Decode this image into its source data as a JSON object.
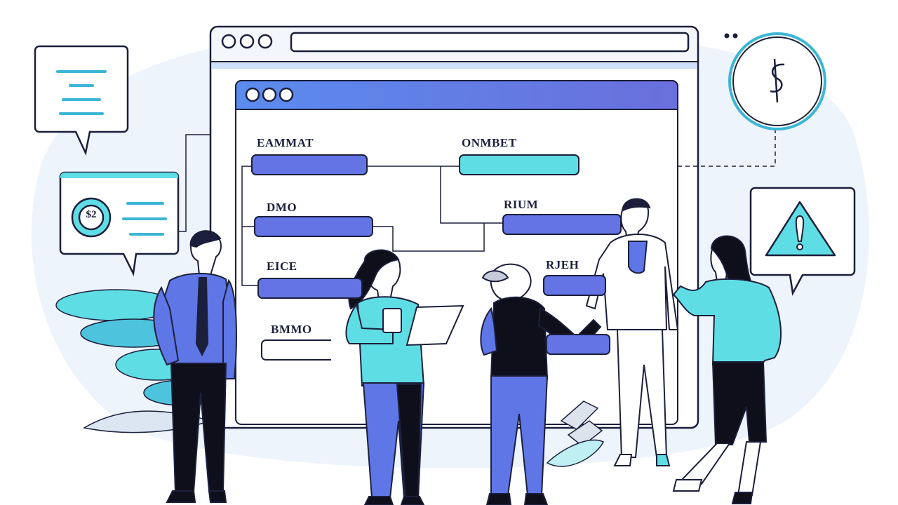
{
  "colors": {
    "accent_blue": "#6474e4",
    "accent_cyan": "#5fdde5",
    "outline": "#1b1f3b",
    "background_tint": "#e9f1fb"
  },
  "browser": {
    "window_controls": [
      "dot",
      "dot",
      "dot"
    ],
    "address_bar_text": ""
  },
  "inner_window": {
    "window_controls": [
      "dot",
      "dot",
      "dot"
    ]
  },
  "flowchart": {
    "labels": {
      "left_1": "EAMMAT",
      "right_1": "ONMBET",
      "left_2": "DMO",
      "right_2": "RIUM",
      "left_3": "EICE",
      "right_3": "RJEH",
      "left_4": "BMMO"
    }
  },
  "icons": {
    "chat_bubble_left": "text-lines-icon",
    "coin_bubble": "coin-icon",
    "dollar_circle": "dollar-icon",
    "warning_bubble": "warning-icon"
  },
  "coin_text": "$2"
}
